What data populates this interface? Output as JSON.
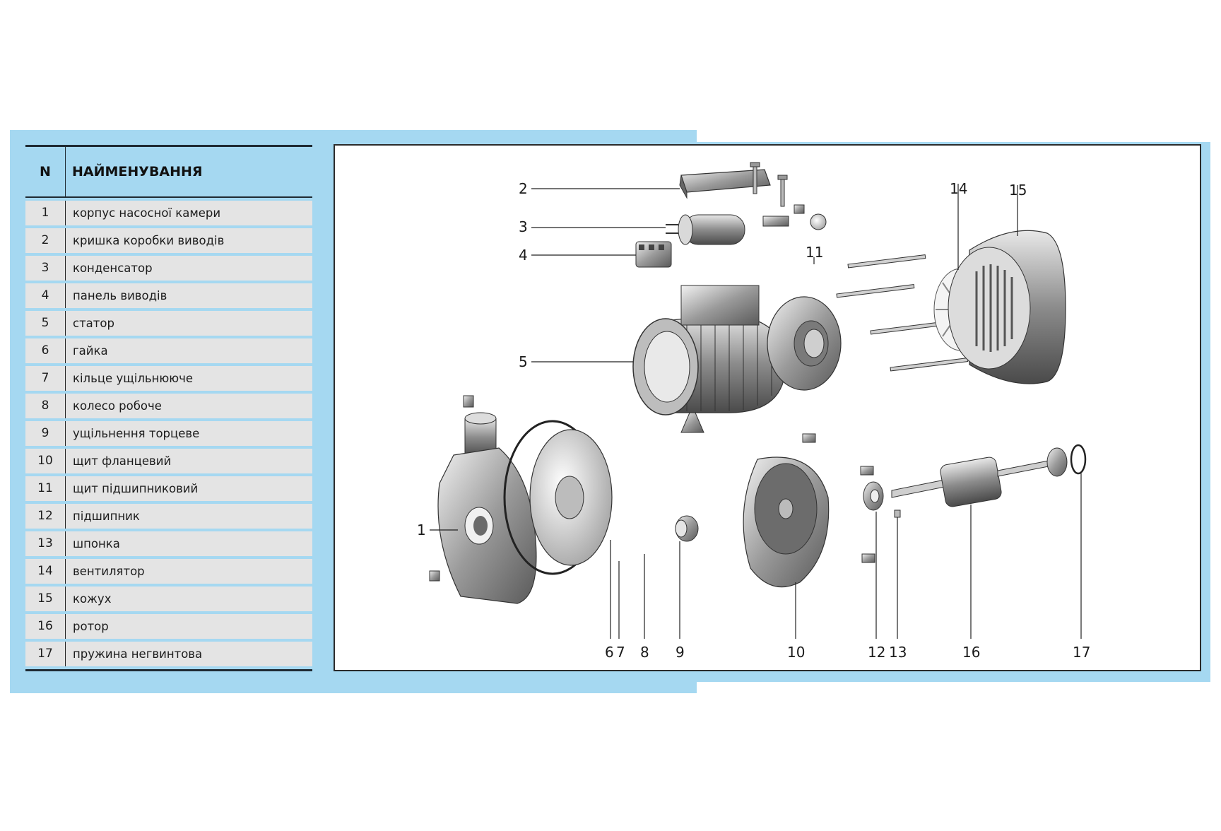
{
  "table": {
    "header": {
      "n": "N",
      "name": "НАЙМЕНУВАННЯ"
    },
    "rows": [
      {
        "n": "1",
        "name": "корпус насосної камери"
      },
      {
        "n": "2",
        "name": "кришка коробки виводів"
      },
      {
        "n": "3",
        "name": "конденсатор"
      },
      {
        "n": "4",
        "name": "панель виводів"
      },
      {
        "n": "5",
        "name": "статор"
      },
      {
        "n": "6",
        "name": "гайка"
      },
      {
        "n": "7",
        "name": "кільце ущільнююче"
      },
      {
        "n": "8",
        "name": "колесо робоче"
      },
      {
        "n": "9",
        "name": "ущільнення торцеве"
      },
      {
        "n": "10",
        "name": "щит фланцевий"
      },
      {
        "n": "11",
        "name": "щит підшипниковий"
      },
      {
        "n": "12",
        "name": "підшипник"
      },
      {
        "n": "13",
        "name": "шпонка"
      },
      {
        "n": "14",
        "name": "вентилятор"
      },
      {
        "n": "15",
        "name": "кожух"
      },
      {
        "n": "16",
        "name": "ротор"
      },
      {
        "n": "17",
        "name": "пружина негвинтова"
      }
    ]
  },
  "callouts": {
    "c1": "1",
    "c2": "2",
    "c3": "3",
    "c4": "4",
    "c5": "5",
    "c6": "6",
    "c7": "7",
    "c8": "8",
    "c9": "9",
    "c10": "10",
    "c11": "11",
    "c12": "12",
    "c13": "13",
    "c14": "14",
    "c15": "15",
    "c16": "16",
    "c17": "17"
  },
  "colors": {
    "panel": "#a5d8f1",
    "row": "#e4e4e4",
    "line": "#1f2a33"
  }
}
